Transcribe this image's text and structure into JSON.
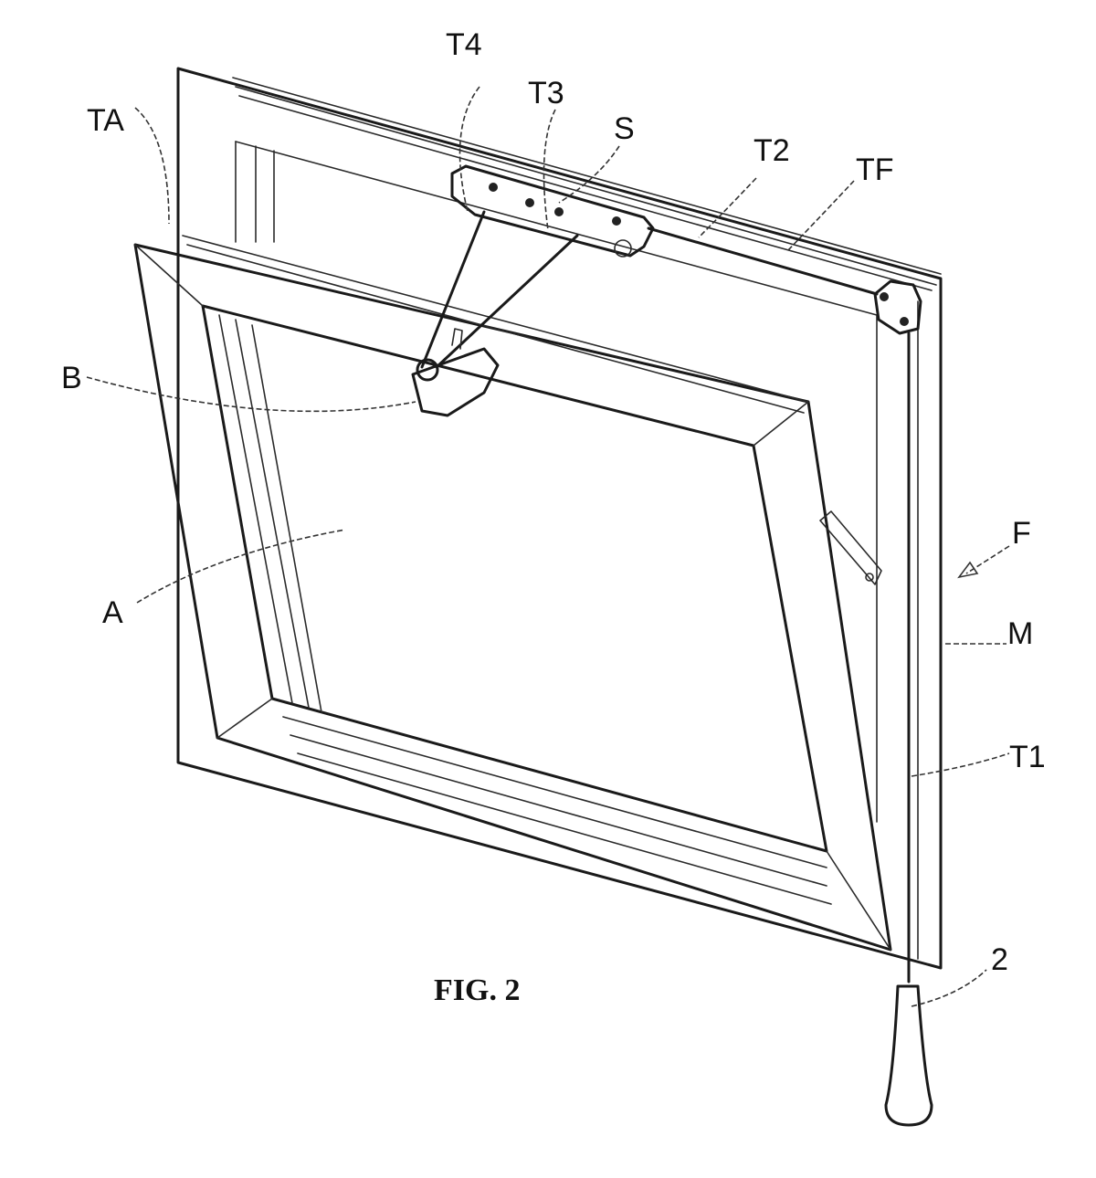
{
  "figure": {
    "caption": "FIG. 2",
    "labels": {
      "TA": "TA",
      "T4": "T4",
      "T3": "T3",
      "S": "S",
      "T2": "T2",
      "TF": "TF",
      "B": "B",
      "F": "F",
      "A": "A",
      "M": "M",
      "T1": "T1",
      "N2": "2"
    }
  }
}
